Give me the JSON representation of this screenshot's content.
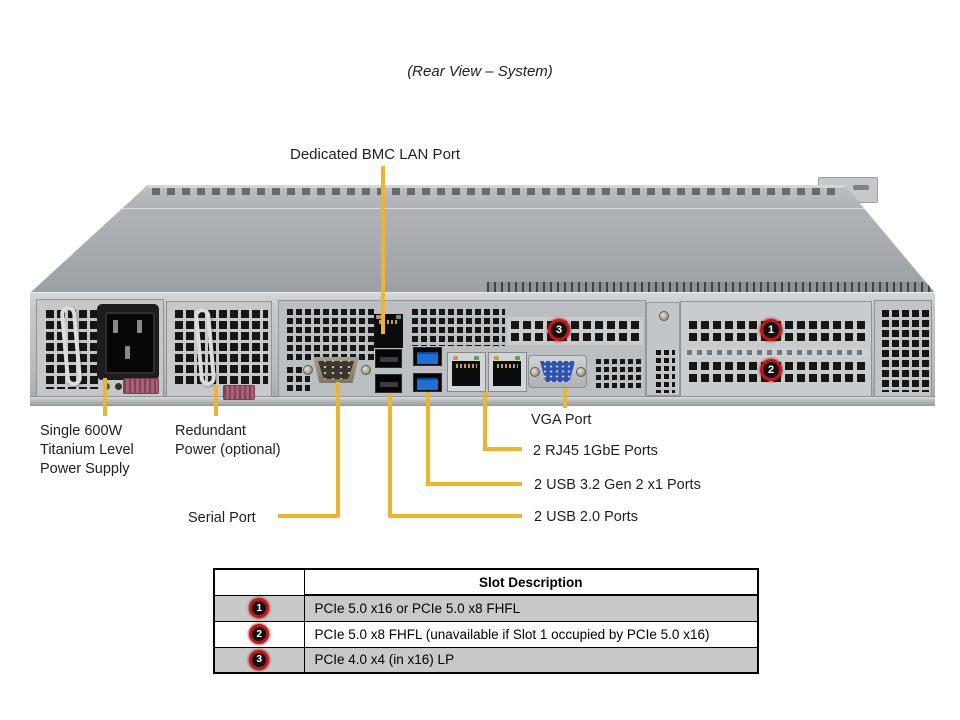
{
  "title": "(Rear View – System)",
  "diagram": {
    "labels": {
      "bmc_lan": "Dedicated BMC LAN Port",
      "psu": [
        "Single 600W",
        "Titanium Level",
        "Power Supply"
      ],
      "redundant": [
        "Redundant",
        "Power (optional)"
      ],
      "serial": "Serial Port",
      "vga": "VGA Port",
      "rj45": "2 RJ45 1GbE Ports",
      "usb32": "2 USB 3.2 Gen 2 x1 Ports",
      "usb20": "2 USB 2.0 Ports"
    },
    "slot_badges": [
      "1",
      "2",
      "3"
    ]
  },
  "table": {
    "header": "Slot Description",
    "rows": [
      {
        "badge": "1",
        "description": "PCIe 5.0 x16 or PCIe 5.0 x8 FHFL"
      },
      {
        "badge": "2",
        "description": "PCIe 5.0 x8 FHFL (unavailable if Slot 1 occupied by PCIe 5.0 x16)"
      },
      {
        "badge": "3",
        "description": "PCIe 4.0 x4 (in x16) LP"
      }
    ]
  },
  "colors": {
    "callout_line": "#F0B428",
    "badge_ring": "#C81414",
    "badge_fill": "#111111",
    "table_alt_row": "#C9C9C9"
  }
}
